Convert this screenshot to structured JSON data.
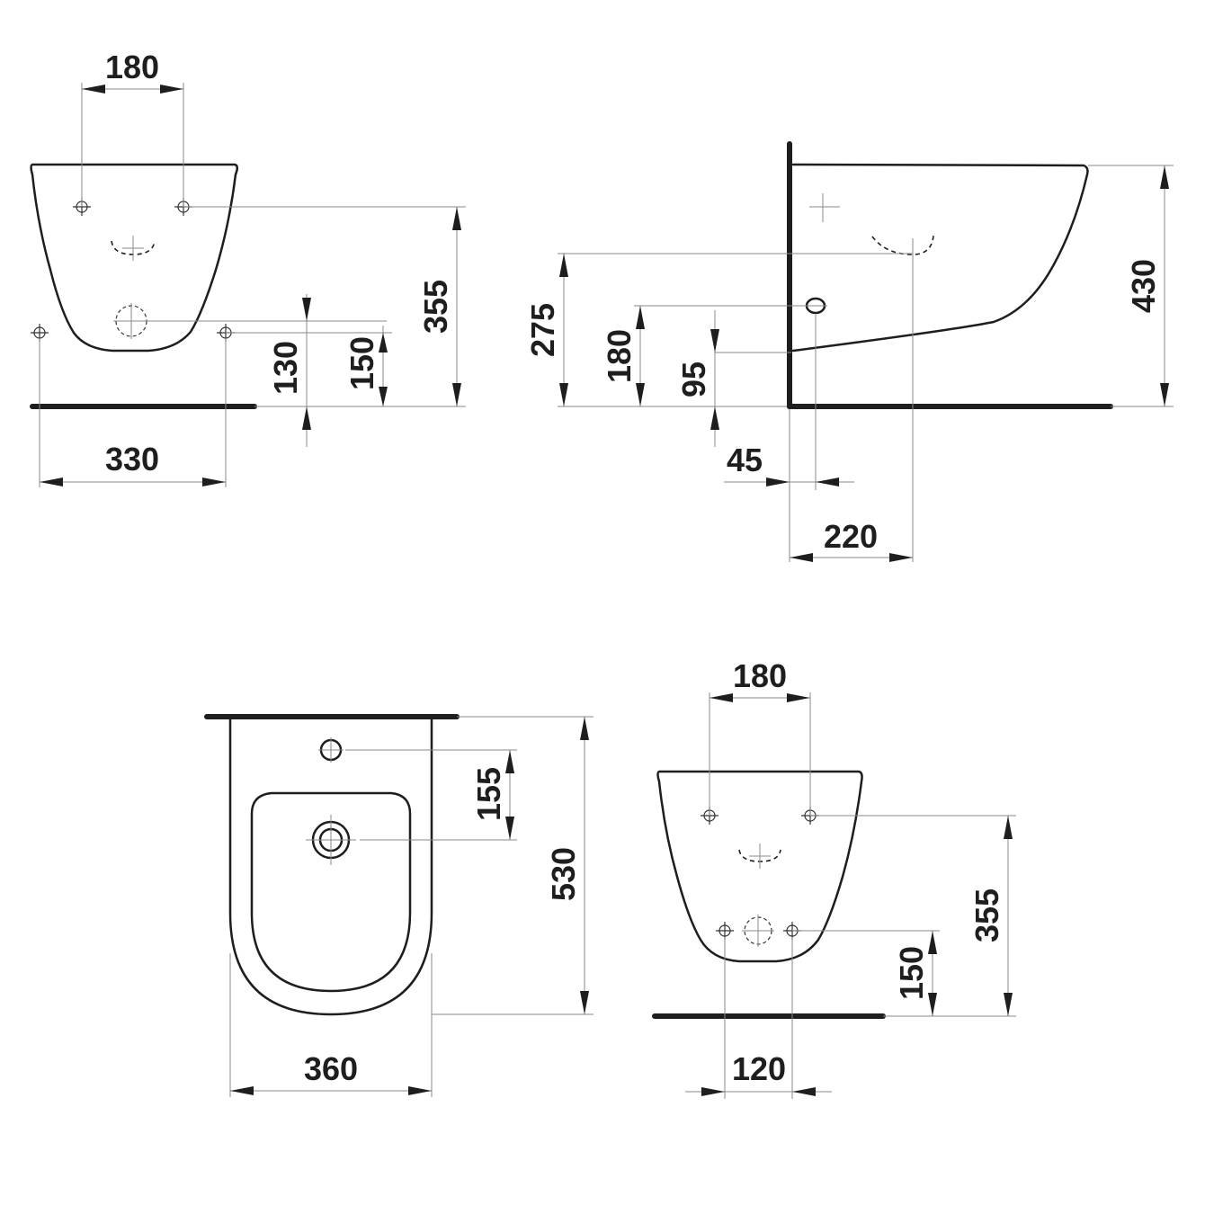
{
  "drawing": {
    "front_top": {
      "fixing_spacing": "180",
      "fixing_height": "355",
      "drain_height": "130",
      "water_height": "150",
      "water_spacing": "330"
    },
    "side": {
      "total_height": "430",
      "waste_height": "275",
      "inlet_height": "180",
      "inlet_small_height": "95",
      "inlet_offset": "45",
      "waste_offset": "220"
    },
    "plan": {
      "projection": "530",
      "tap_to_drain": "155",
      "width": "360"
    },
    "front_bottom": {
      "fixing_spacing": "180",
      "fixing_height": "355",
      "water_height": "150",
      "water_spacing": "120"
    }
  }
}
